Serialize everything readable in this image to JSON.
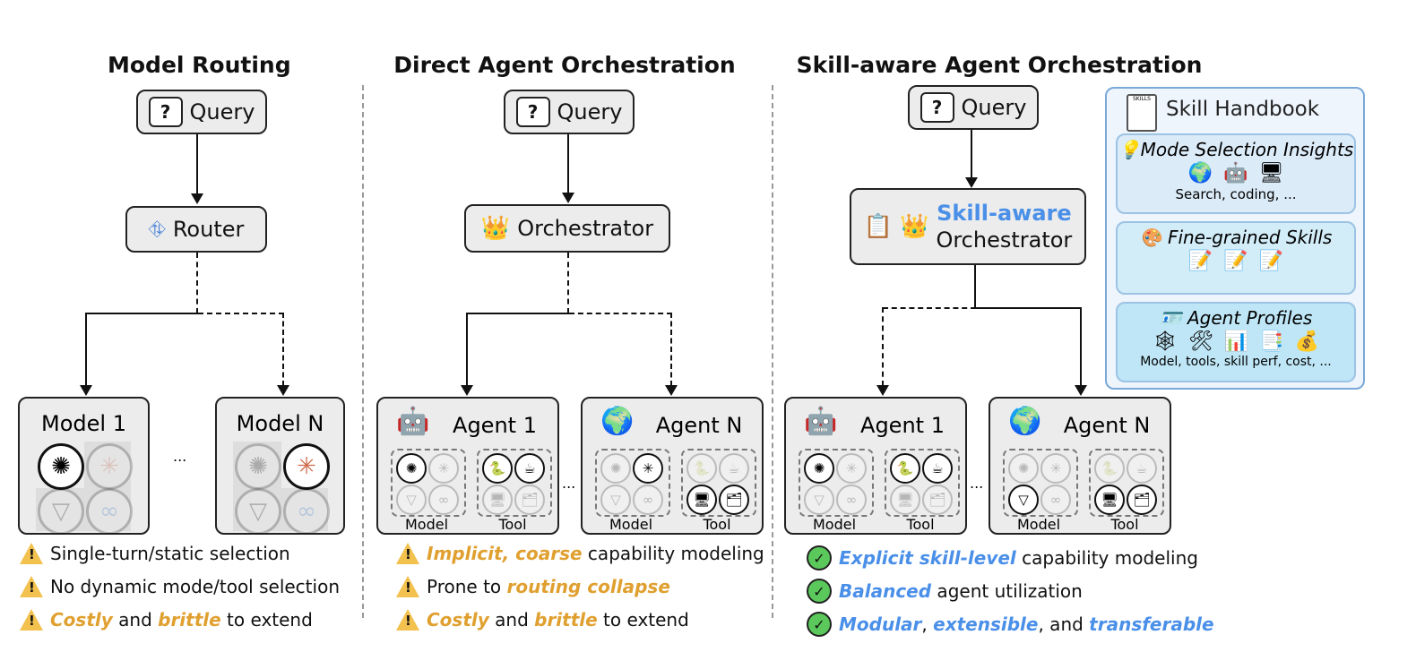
{
  "panels": {
    "routing": {
      "title": "Model Routing",
      "query": "Query",
      "router": "Router",
      "model1": "Model 1",
      "modelN": "Model N",
      "ellipsis": "...",
      "bullets": [
        [
          {
            "t": "Single-turn/static selection",
            "h": false
          }
        ],
        [
          {
            "t": "No dynamic mode/tool selection",
            "h": false
          }
        ],
        [
          {
            "t": "Costly",
            "h": true
          },
          {
            "t": " and ",
            "h": false
          },
          {
            "t": "brittle",
            "h": true
          },
          {
            "t": " to extend",
            "h": false
          }
        ]
      ]
    },
    "direct": {
      "title": "Direct Agent Orchestration",
      "query": "Query",
      "orchestrator": "Orchestrator",
      "agent1": "Agent 1",
      "agentN": "Agent N",
      "model": "Model",
      "tool": "Tool",
      "ellipsis": "...",
      "bullets": [
        [
          {
            "t": "Implicit, coarse",
            "h": true
          },
          {
            "t": " capability modeling",
            "h": false
          }
        ],
        [
          {
            "t": "Prone to ",
            "h": false
          },
          {
            "t": "routing collapse",
            "h": true
          }
        ],
        [
          {
            "t": "Costly",
            "h": true
          },
          {
            "t": " and ",
            "h": false
          },
          {
            "t": "brittle",
            "h": true
          },
          {
            "t": " to extend",
            "h": false
          }
        ]
      ]
    },
    "skill": {
      "title": "Skill-aware Agent Orchestration",
      "query": "Query",
      "orch_line1": "Skill-aware",
      "orch_line2": "Orchestrator",
      "agent1": "Agent 1",
      "agentN": "Agent N",
      "model": "Model",
      "tool": "Tool",
      "ellipsis": "...",
      "bullets": [
        [
          {
            "t": "Explicit skill-level",
            "h": true
          },
          {
            "t": " capability modeling",
            "h": false
          }
        ],
        [
          {
            "t": "Balanced",
            "h": true
          },
          {
            "t": " agent utilization",
            "h": false
          }
        ],
        [
          {
            "t": "Modular",
            "h": true
          },
          {
            "t": ", ",
            "h": false
          },
          {
            "t": "extensible",
            "h": true
          },
          {
            "t": ", and ",
            "h": false
          },
          {
            "t": "transferable",
            "h": true
          }
        ]
      ]
    }
  },
  "handbook": {
    "title": "Skill Handbook",
    "skills_icon_text": "SKILLS",
    "mode": {
      "title": "Mode Selection Insights",
      "caption": "Search, coding, ..."
    },
    "fine": {
      "title": "Fine-grained Skills"
    },
    "profiles": {
      "title": "Agent Profiles",
      "caption": "Model, tools, skill perf, cost, ..."
    }
  },
  "colors": {
    "warning": "#e0a030",
    "highlight": "#4a8fe8",
    "box": "#ececec",
    "handbook_border": "#7aa8d8"
  }
}
